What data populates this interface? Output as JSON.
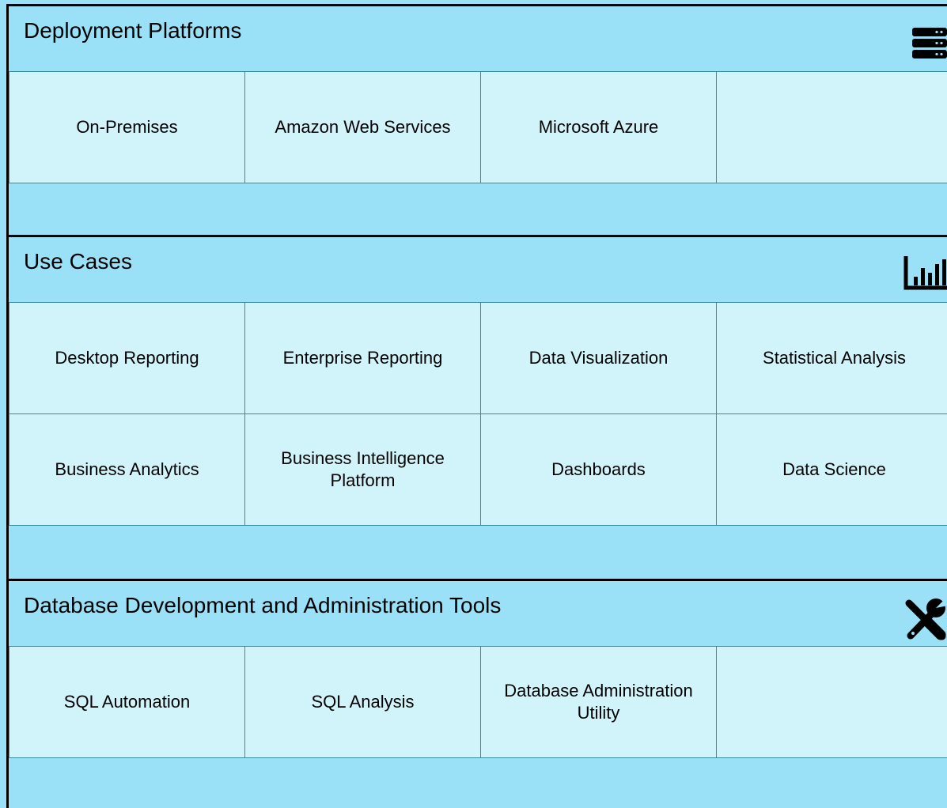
{
  "sections": [
    {
      "title": "Deployment Platforms",
      "icon": "server-icon",
      "items": [
        "On-Premises",
        "Amazon Web Services",
        "Microsoft Azure",
        ""
      ]
    },
    {
      "title": "Use Cases",
      "icon": "bar-chart-icon",
      "items": [
        "Desktop Reporting",
        "Enterprise Reporting",
        "Data Visualization",
        "Statistical Analysis",
        "Business Analytics",
        "Business Intelligence Platform",
        "Dashboards",
        "Data Science"
      ]
    },
    {
      "title": "Database Development and Administration Tools",
      "icon": "tools-icon",
      "items": [
        "SQL Automation",
        "SQL Analysis",
        "Database Administration Utility",
        ""
      ]
    }
  ],
  "colors": {
    "section_background": "#9ae1f7",
    "cell_background": "#d1f4fb",
    "cell_border": "#3a8aa6",
    "section_border": "#000000"
  }
}
